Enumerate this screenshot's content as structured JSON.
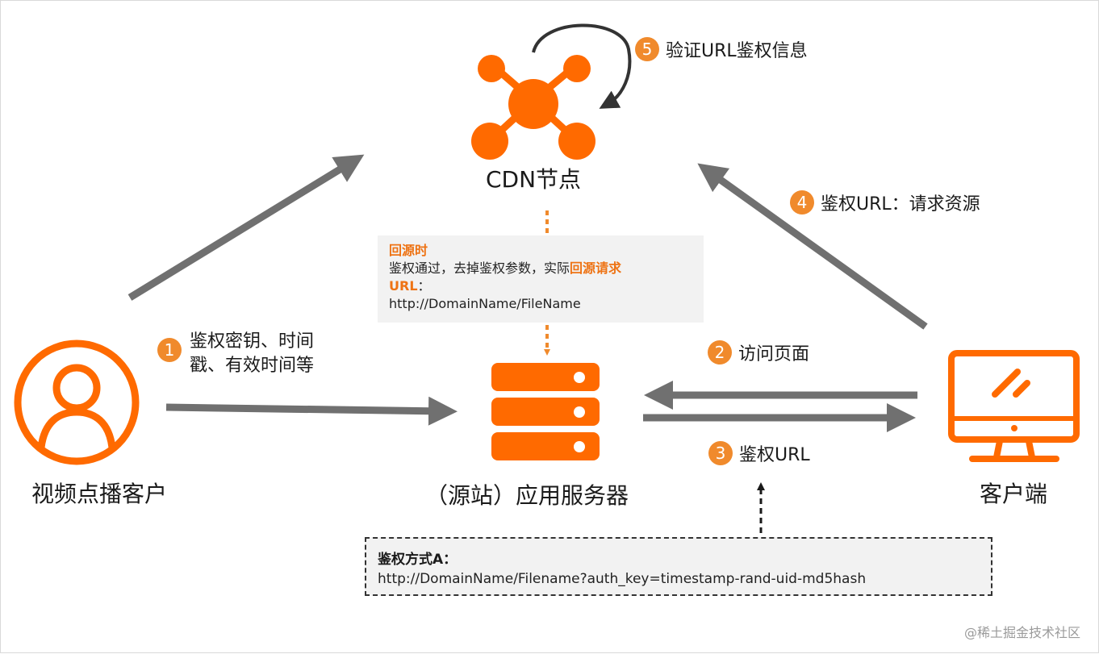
{
  "cdn": {
    "label": "CDN节点"
  },
  "step5": {
    "number": "5",
    "text": "验证URL鉴权信息"
  },
  "step4": {
    "number": "4",
    "text": "鉴权URL：请求资源"
  },
  "step1": {
    "number": "1",
    "line1": "鉴权密钥、时间",
    "line2": "戳、有效时间等"
  },
  "step2": {
    "number": "2",
    "text": "访问页面"
  },
  "step3": {
    "number": "3",
    "text": "鉴权URL"
  },
  "origin_note": {
    "title": "回源时",
    "line1_prefix": "鉴权通过，去掉鉴权参数，实际",
    "line1_highlight": "回源请求",
    "line2_highlight": "URL",
    "line2_suffix": "：",
    "url": "http://DomainName/FileName"
  },
  "method_note": {
    "title": "鉴权方式A：",
    "url": "http://DomainName/Filename?auth_key=timestamp-rand-uid-md5hash"
  },
  "nodes": {
    "vod_customer": "视频点播客户",
    "origin_server": "（源站）应用服务器",
    "client": "客户端"
  },
  "watermark": "@稀土掘金技术社区",
  "colors": {
    "accent": "#ff6a00",
    "step_circle": "#f08a2c",
    "arrow": "#707070",
    "highlight": "#ee7314"
  }
}
